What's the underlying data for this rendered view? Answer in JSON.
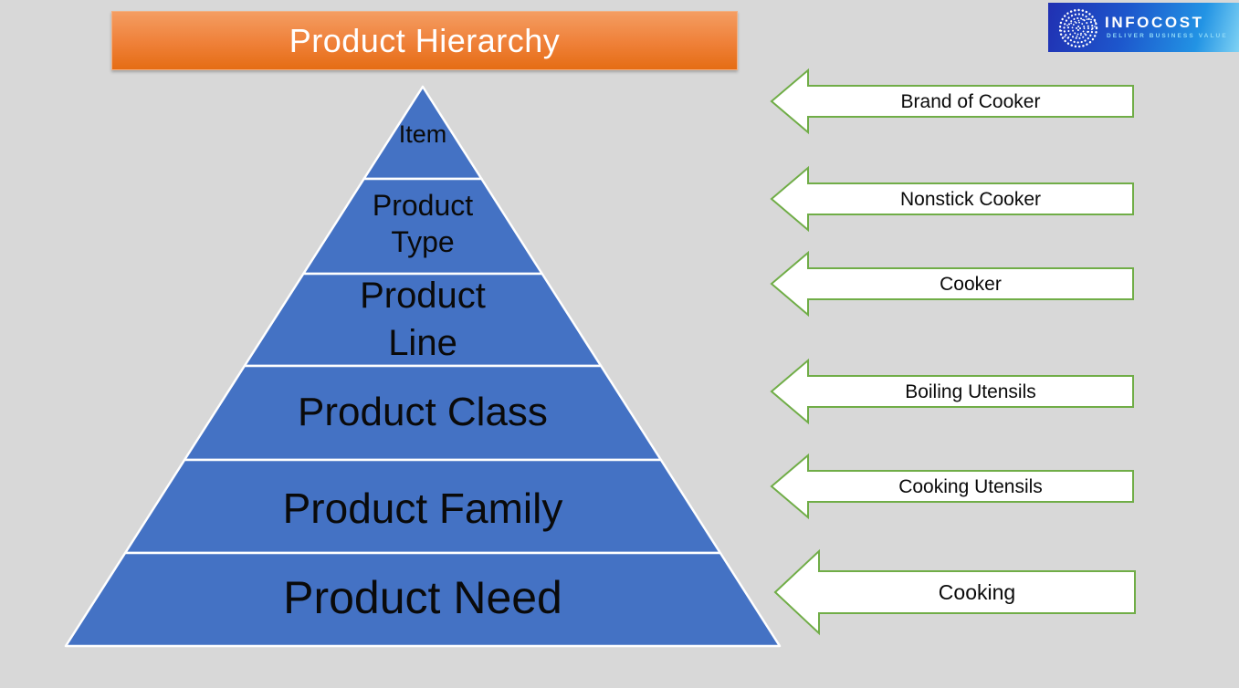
{
  "title": {
    "label": "Product Hierarchy"
  },
  "logo": {
    "name": "INFOCOST",
    "tagline": "DELIVER BUSINESS VALUE"
  },
  "pyramid": {
    "levels": [
      {
        "label": "Item",
        "lines": [
          "Item"
        ]
      },
      {
        "label": "Product Type",
        "lines": [
          "Product",
          "Type"
        ]
      },
      {
        "label": "Product Line",
        "lines": [
          "Product",
          "Line"
        ]
      },
      {
        "label": "Product Class",
        "lines": [
          "Product Class"
        ]
      },
      {
        "label": "Product Family",
        "lines": [
          "Product Family"
        ]
      },
      {
        "label": "Product Need",
        "lines": [
          "Product Need"
        ]
      }
    ]
  },
  "arrows": [
    {
      "label": "Brand of Cooker",
      "points_to": "Item"
    },
    {
      "label": "Nonstick Cooker",
      "points_to": "Product Type"
    },
    {
      "label": "Cooker",
      "points_to": "Product Line"
    },
    {
      "label": "Boiling Utensils",
      "points_to": "Product Class"
    },
    {
      "label": "Cooking Utensils",
      "points_to": "Product Family"
    },
    {
      "label": "Cooking",
      "points_to": "Product Need"
    }
  ],
  "colors": {
    "background": "#d8d8d8",
    "pyramid_fill": "#4472c4",
    "pyramid_divider": "#ffffff",
    "banner_orange": "#ed7d31",
    "arrow_outline": "#70ad47",
    "arrow_fill": "#ffffff",
    "text": "#000000",
    "logo_blue_dark": "#2130b2",
    "logo_blue_light": "#7fd2f4"
  }
}
